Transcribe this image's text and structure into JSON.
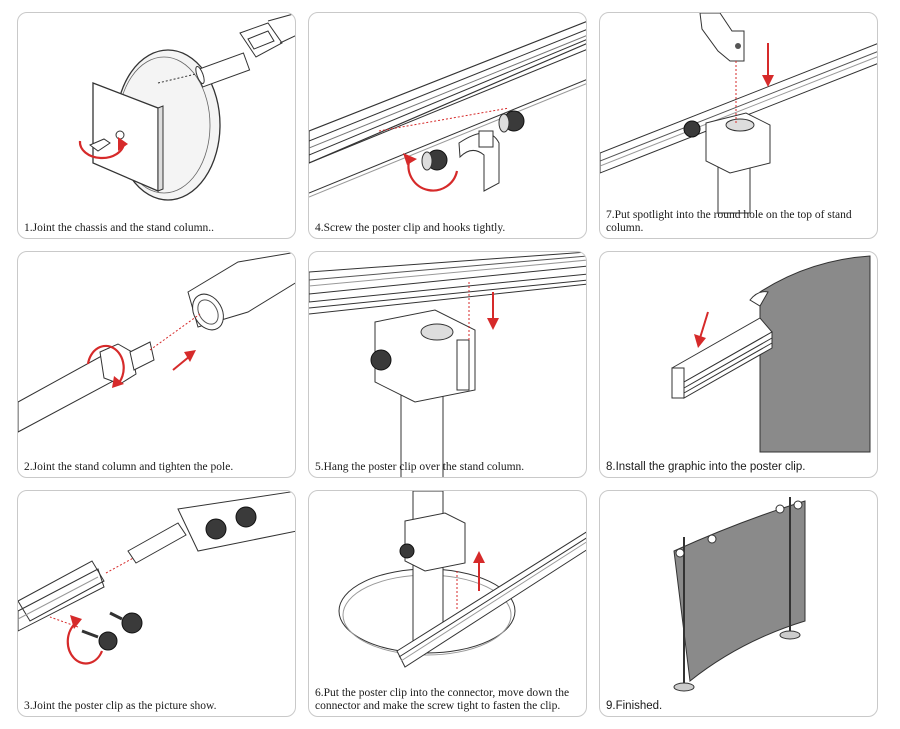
{
  "steps": [
    {
      "caption": "1.Joint the chassis and the stand column.."
    },
    {
      "caption": "2.Joint the stand column and tighten the pole."
    },
    {
      "caption": "3.Joint the poster clip as the picture show."
    },
    {
      "caption": "4.Screw the poster clip and hooks tightly."
    },
    {
      "caption": "5.Hang the poster clip over the stand column."
    },
    {
      "caption": "6.Put the poster clip into the connector, move down the connector and make the screw tight to fasten the clip."
    },
    {
      "caption": "7.Put spotlight into the round hole on the top of stand column."
    },
    {
      "caption": "8.Install the graphic into the poster clip."
    },
    {
      "caption": "9.Finished."
    }
  ],
  "colors": {
    "arrow": "#d62a2a",
    "line": "#333333",
    "graphic": "#8a8a8a"
  }
}
